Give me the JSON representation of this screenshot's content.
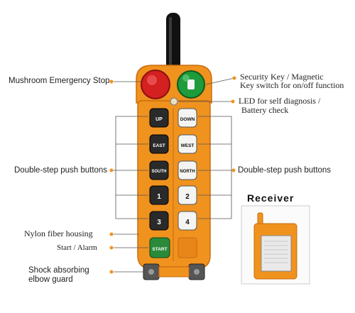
{
  "callouts": {
    "mushroom_stop": "Mushroom Emergency Stop",
    "security_key_line1": "Security Key / Magnetic",
    "security_key_line2": "Key switch for on/off function",
    "led_line1": "LED for self diagnosis /",
    "led_line2": "Battery check",
    "double_step_left": "Double-step push buttons",
    "double_step_right": "Double-step push buttons",
    "nylon_housing": "Nylon fiber housing",
    "start_alarm": "Start / Alarm",
    "shock_line1": "Shock absorbing",
    "shock_line2": "elbow guard"
  },
  "receiver": {
    "title": "Receiver"
  },
  "buttons": {
    "up": "UP",
    "down": "DOWN",
    "east": "EAST",
    "west": "WEST",
    "south": "SOUTH",
    "north": "NORTH",
    "b1": "1",
    "b2": "2",
    "b3": "3",
    "b4": "4",
    "start": "START"
  },
  "colors": {
    "housing": "#f0921e",
    "housing_dark": "#c96e10",
    "callout_dot": "#f0921e",
    "emergency_red": "#d42020",
    "key_green": "#1e9b3a",
    "dark_button": "#2a2a2a",
    "light_button": "#f4f4f2",
    "start_green": "#2a8a3a"
  }
}
